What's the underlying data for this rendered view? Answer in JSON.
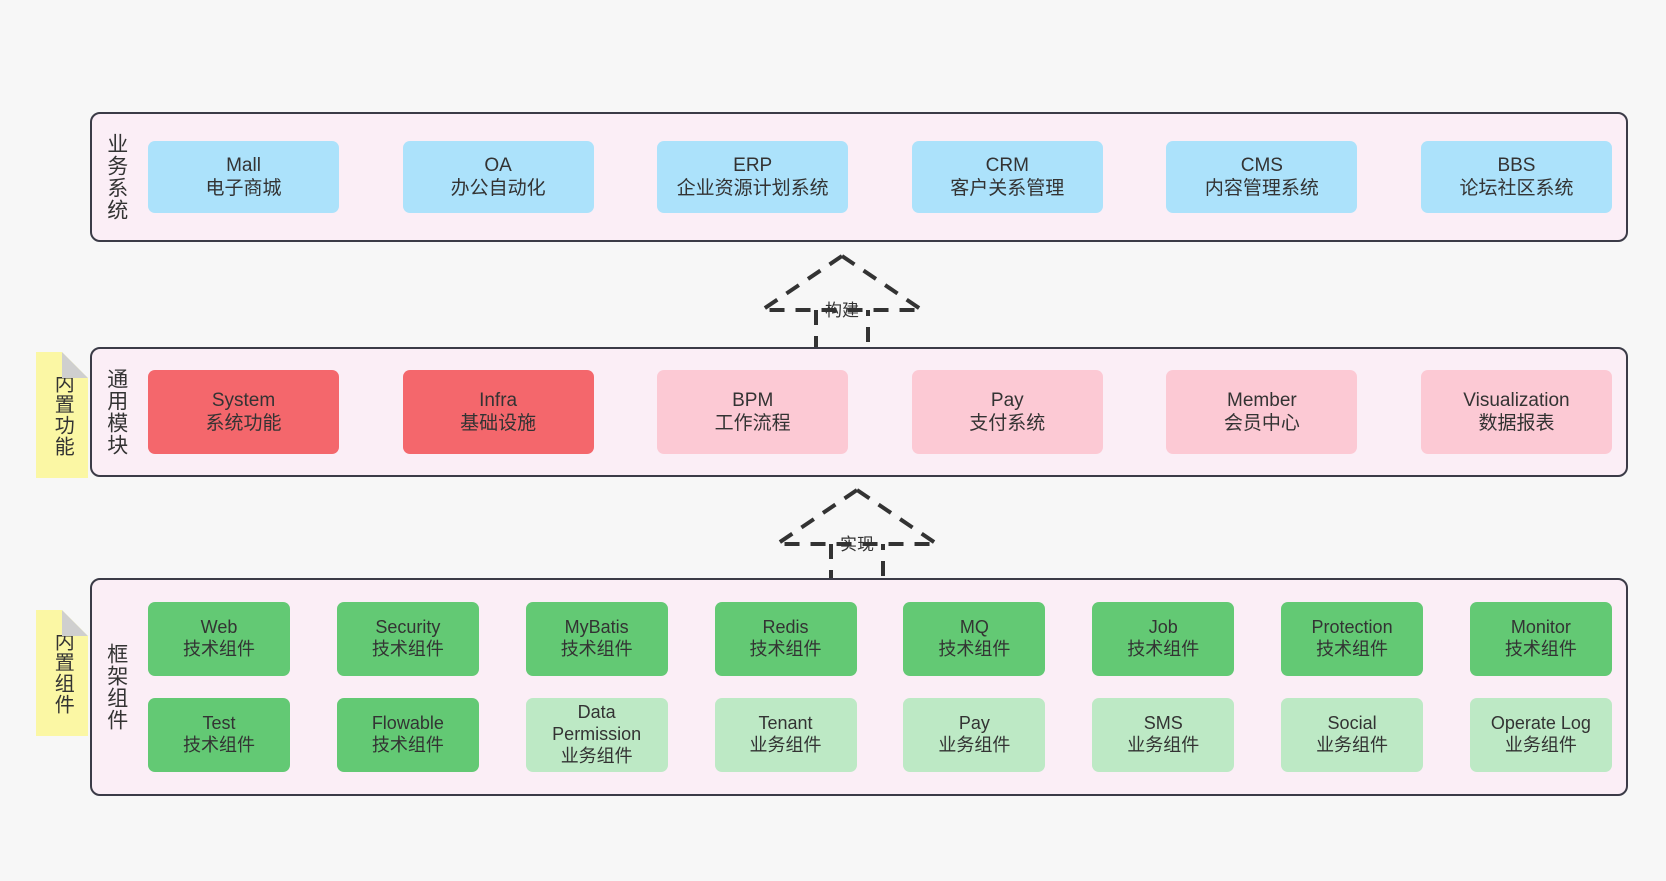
{
  "diagram": {
    "background": "#f7f7f7",
    "panel_bg": "#fbeef6",
    "panel_border": "#3b3b47",
    "note_bg": "#fbf7a4",
    "note_fold": "#cfcfcf"
  },
  "notes": [
    {
      "name": "builtin-function",
      "label": "内置功能"
    },
    {
      "name": "builtin-component",
      "label": "内置组件"
    }
  ],
  "connectors": [
    {
      "name": "build",
      "label": "构建",
      "style": "dashed-hollow-triangle",
      "direction": "up"
    },
    {
      "name": "implement",
      "label": "实现",
      "style": "dashed-hollow-triangle",
      "direction": "up"
    }
  ],
  "layers": [
    {
      "id": "business",
      "title": "业务系统",
      "color": "#ace2fb",
      "rows": [
        [
          {
            "title": "Mall",
            "subtitle": "电子商城",
            "color": "#ace2fb"
          },
          {
            "title": "OA",
            "subtitle": "办公自动化",
            "color": "#ace2fb"
          },
          {
            "title": "ERP",
            "subtitle": "企业资源计划系统",
            "color": "#ace2fb"
          },
          {
            "title": "CRM",
            "subtitle": "客户关系管理",
            "color": "#ace2fb"
          },
          {
            "title": "CMS",
            "subtitle": "内容管理系统",
            "color": "#ace2fb"
          },
          {
            "title": "BBS",
            "subtitle": "论坛社区系统",
            "color": "#ace2fb"
          }
        ]
      ]
    },
    {
      "id": "common",
      "title": "通用模块",
      "rows": [
        [
          {
            "title": "System",
            "subtitle": "系统功能",
            "color": "#f4676c"
          },
          {
            "title": "Infra",
            "subtitle": "基础设施",
            "color": "#f4676c"
          },
          {
            "title": "BPM",
            "subtitle": "工作流程",
            "color": "#fcc9d4"
          },
          {
            "title": "Pay",
            "subtitle": "支付系统",
            "color": "#fcc9d4"
          },
          {
            "title": "Member",
            "subtitle": "会员中心",
            "color": "#fcc9d4"
          },
          {
            "title": "Visualization",
            "subtitle": "数据报表",
            "color": "#fcc9d4"
          }
        ]
      ]
    },
    {
      "id": "framework",
      "title": "框架组件",
      "rows": [
        [
          {
            "title": "Web",
            "subtitle": "技术组件",
            "color": "#63c974"
          },
          {
            "title": "Security",
            "subtitle": "技术组件",
            "color": "#63c974"
          },
          {
            "title": "MyBatis",
            "subtitle": "技术组件",
            "color": "#63c974"
          },
          {
            "title": "Redis",
            "subtitle": "技术组件",
            "color": "#63c974"
          },
          {
            "title": "MQ",
            "subtitle": "技术组件",
            "color": "#63c974"
          },
          {
            "title": "Job",
            "subtitle": "技术组件",
            "color": "#63c974"
          },
          {
            "title": "Protection",
            "subtitle": "技术组件",
            "color": "#63c974"
          },
          {
            "title": "Monitor",
            "subtitle": "技术组件",
            "color": "#63c974"
          }
        ],
        [
          {
            "title": "Test",
            "subtitle": "技术组件",
            "color": "#63c974"
          },
          {
            "title": "Flowable",
            "subtitle": "技术组件",
            "color": "#63c974"
          },
          {
            "title": "Data Permission",
            "subtitle": "业务组件",
            "color": "#bde9c5"
          },
          {
            "title": "Tenant",
            "subtitle": "业务组件",
            "color": "#bde9c5"
          },
          {
            "title": "Pay",
            "subtitle": "业务组件",
            "color": "#bde9c5"
          },
          {
            "title": "SMS",
            "subtitle": "业务组件",
            "color": "#bde9c5"
          },
          {
            "title": "Social",
            "subtitle": "业务组件",
            "color": "#bde9c5"
          },
          {
            "title": "Operate Log",
            "subtitle": "业务组件",
            "color": "#bde9c5"
          }
        ]
      ]
    }
  ]
}
